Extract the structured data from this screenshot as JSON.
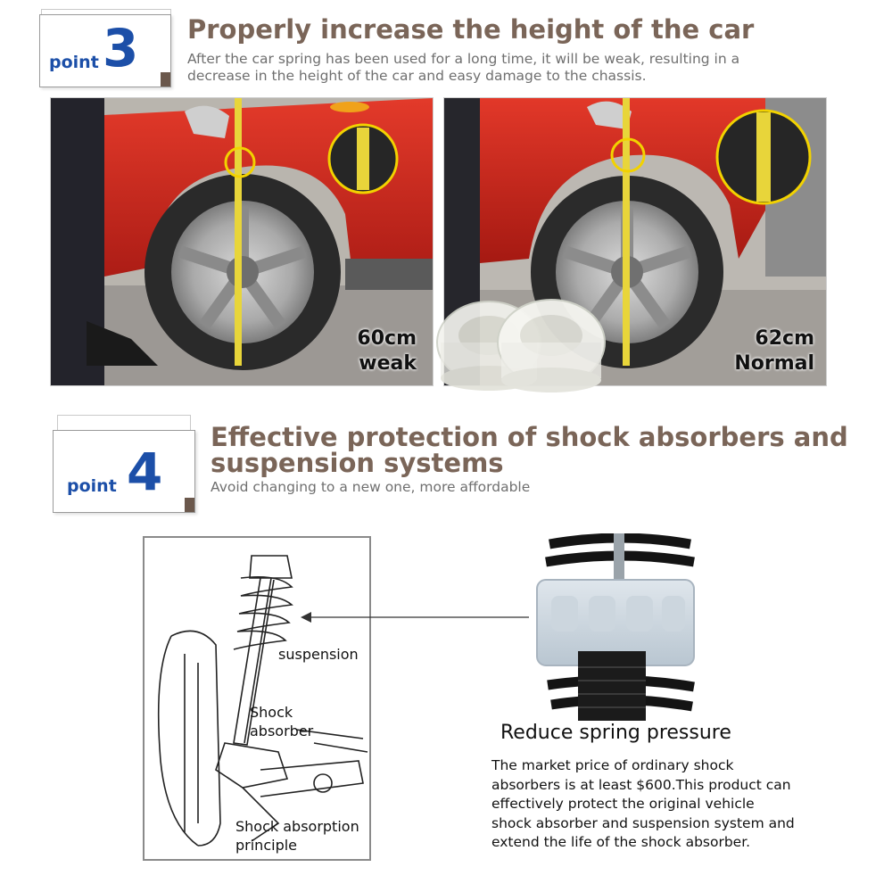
{
  "section3": {
    "point_word": "point",
    "point_number": "3",
    "title": "Properly increase the height of the car",
    "subtitle": "After the car spring has been used for a long time, it will be weak, resulting in a decrease in the height of the car and easy damage to the chassis.",
    "left_photo": {
      "height_label": "60cm",
      "state_label": "weak"
    },
    "right_photo": {
      "height_label": "62cm",
      "state_label": "Normal"
    }
  },
  "section4": {
    "point_word": "point",
    "point_number": "4",
    "title_line1": "Effective protection of shock absorbers and",
    "title_line2": "suspension systems",
    "subtitle": "Avoid changing to a new one, more affordable",
    "diagram": {
      "label_suspension": "suspension",
      "label_shock_line1": "Shock",
      "label_shock_line2": "absorber",
      "label_principle_line1": "Shock absorption",
      "label_principle_line2": "principle"
    },
    "reduce_title": "Reduce spring pressure",
    "description": "The market price of ordinary shock absorbers is at least $600.This product can effectively protect the original vehicle shock absorber and suspension system and extend the life of the shock absorber."
  },
  "colors": {
    "brand_blue": "#1c4fa8",
    "heading_brown": "#7a6558",
    "car_red": "#d0281e",
    "tape_yellow": "#e8d53a",
    "highlight_circle": "#f2d200"
  },
  "icons": [
    "measuring-tape-icon",
    "arrow-left-icon"
  ]
}
